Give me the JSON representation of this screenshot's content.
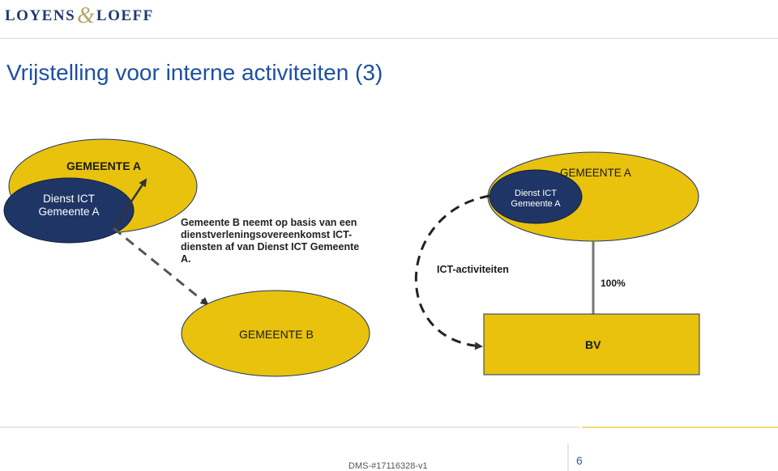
{
  "logo": {
    "left_word": "LOYENS",
    "mark": "&",
    "right_word": "LOEFF"
  },
  "slide": {
    "title": "Vrijstelling voor interne activiteiten (3)"
  },
  "left_diagram": {
    "gemeente_a_label": "GEMEENTE A",
    "dienst_ict_label": "Dienst ICT\nGemeente A",
    "gemeente_b_label": "GEMEENTE B",
    "description": "Gemeente B neemt op basis van een dienstverleningsovereenkomst ICT-diensten af van Dienst ICT Gemeente A."
  },
  "right_diagram": {
    "gemeente_a_label": "GEMEENTE A",
    "dienst_ict_label": "Dienst ICT\nGemeente A",
    "ict_activities_label": "ICT-activiteiten",
    "ownership_label": "100%",
    "bv_label": "BV"
  },
  "footer": {
    "document_id": "DMS-#17116328-v1",
    "page_number": "6"
  },
  "colors": {
    "yellow": "#e8c20c",
    "navy": "#1f3566",
    "title_blue": "#1f4fa0",
    "logo_gold": "#b9a46a"
  }
}
